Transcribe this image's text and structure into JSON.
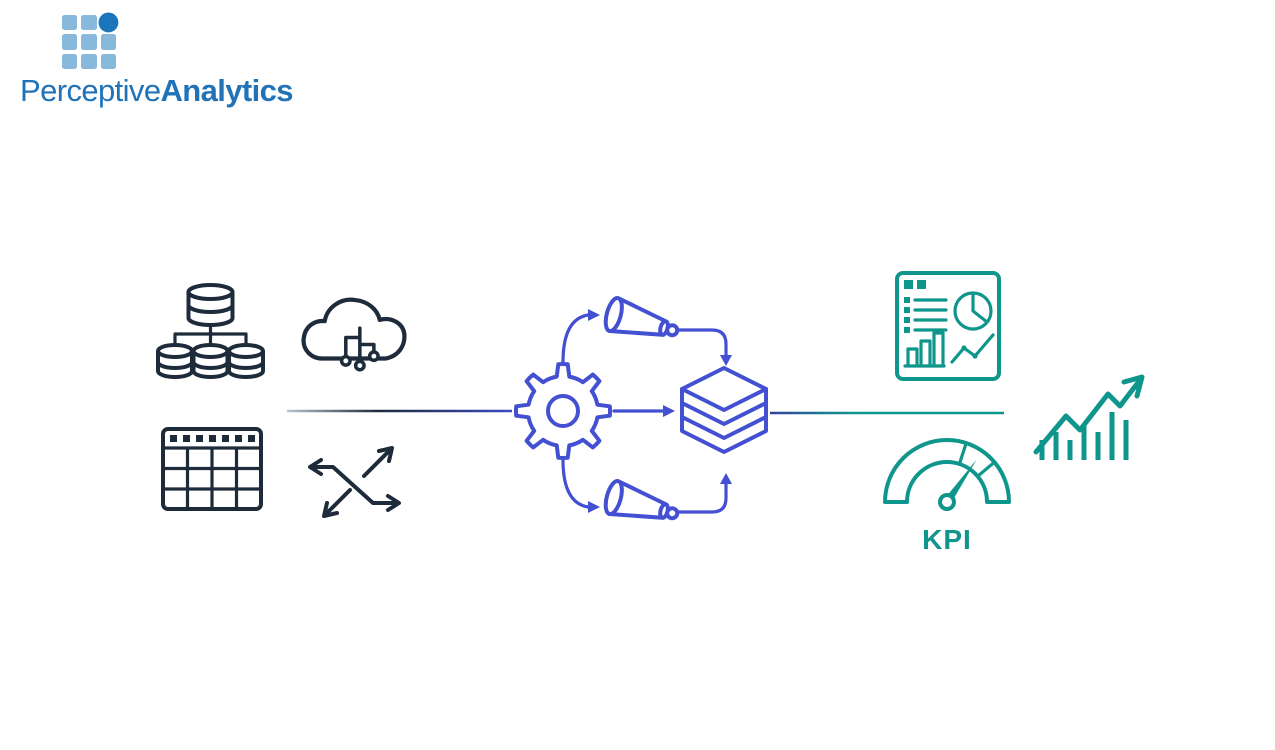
{
  "theme": {
    "c-bg": "#ffffff",
    "c-src": "#1e2b3a",
    "c-proc": "#4350d2",
    "c-out": "#0f968c",
    "c-brand": "#2173b8",
    "c-logo-sq": "#88b8dc",
    "c-logo-dot": "#1b75bc"
  },
  "logo": {
    "brand_first": "Perceptive",
    "brand_second": "Analytics"
  },
  "diagram": {
    "stages": [
      {
        "name": "data-sources",
        "icons": [
          "database-cluster-icon",
          "cloud-network-icon",
          "data-table-icon",
          "exchange-arrows-icon"
        ]
      },
      {
        "name": "processing",
        "icons": [
          "gear-icon",
          "funnel-top-icon",
          "funnel-bottom-icon",
          "data-stack-icon"
        ]
      },
      {
        "name": "outputs",
        "icons": [
          "dashboard-report-icon",
          "kpi-gauge-icon",
          "growth-chart-icon"
        ]
      }
    ],
    "outputs": {
      "kpi_label": "KPI"
    }
  }
}
